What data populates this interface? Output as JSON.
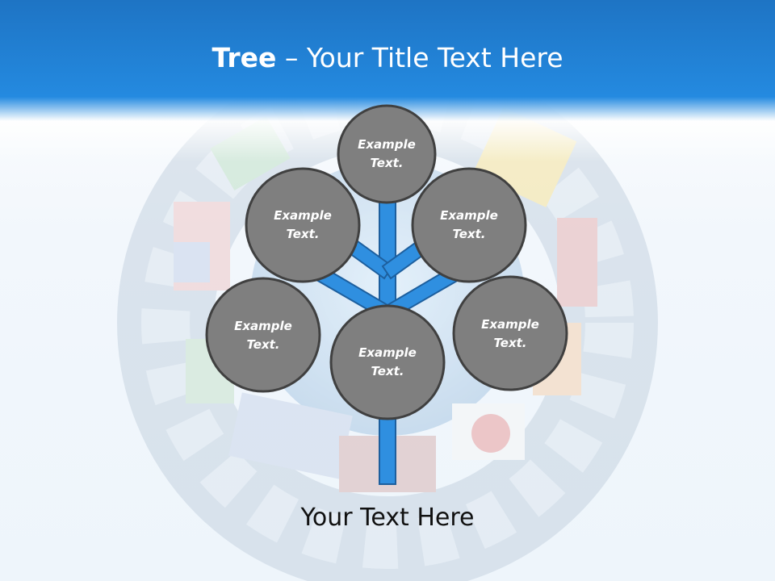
{
  "title": {
    "bold": "Tree",
    "separator": "–",
    "rest": "Your Title Text Here"
  },
  "nodes": [
    {
      "id": "top",
      "line1": "Example",
      "line2": "Text."
    },
    {
      "id": "upper-left",
      "line1": "Example",
      "line2": "Text."
    },
    {
      "id": "upper-right",
      "line1": "Example",
      "line2": "Text."
    },
    {
      "id": "lower-left",
      "line1": "Example",
      "line2": "Text."
    },
    {
      "id": "center",
      "line1": "Example",
      "line2": "Text."
    },
    {
      "id": "lower-right",
      "line1": "Example",
      "line2": "Text."
    }
  ],
  "footer": "Your Text Here",
  "colors": {
    "header": "#248ae0",
    "node_fill": "#7f7f7f",
    "node_stroke": "#404040",
    "branch": "#2f8fe0",
    "branch_stroke": "#1d5f9e"
  }
}
